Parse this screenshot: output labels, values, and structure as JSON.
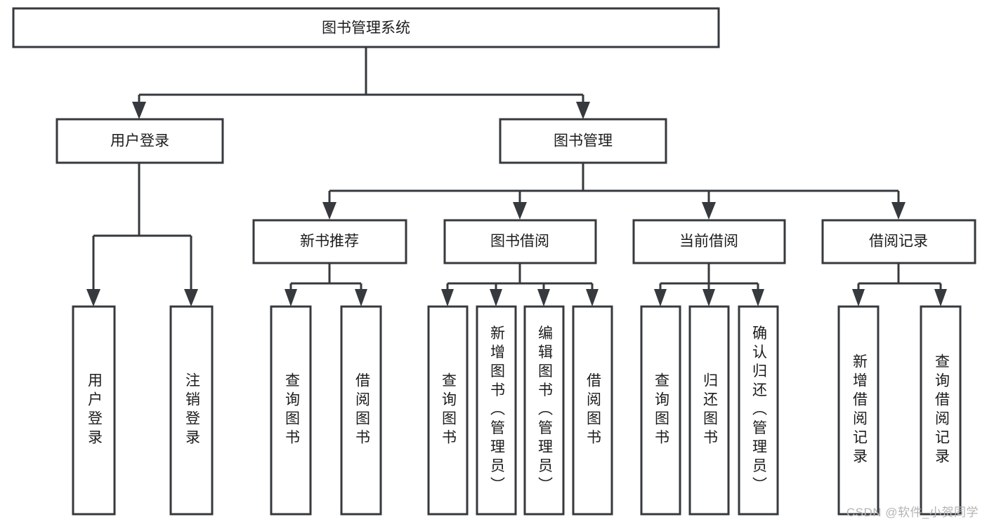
{
  "diagram": {
    "title": "图书管理系统",
    "type": "tree-hierarchy-diagram",
    "watermark": "CSDN @软件_小贺同学",
    "colors": {
      "stroke": "#36393d",
      "fill": "#ffffff",
      "text": "#1c1c1c",
      "watermark": "#b4b4b4"
    },
    "root": {
      "id": "root",
      "label": "图书管理系统"
    },
    "level2": [
      {
        "id": "user-login",
        "label": "用户登录"
      },
      {
        "id": "book-management",
        "label": "图书管理"
      }
    ],
    "level3": [
      {
        "id": "new-book-recommend",
        "label": "新书推荐",
        "parent": "book-management"
      },
      {
        "id": "book-borrow",
        "label": "图书借阅",
        "parent": "book-management"
      },
      {
        "id": "current-borrow",
        "label": "当前借阅",
        "parent": "book-management"
      },
      {
        "id": "borrow-record",
        "label": "借阅记录",
        "parent": "book-management"
      }
    ],
    "leaves": [
      {
        "id": "leaf-user-login",
        "label": "用户登录",
        "parent": "user-login"
      },
      {
        "id": "leaf-logout-login",
        "label": "注销登录",
        "parent": "user-login"
      },
      {
        "id": "leaf-query-book-1",
        "label": "查询图书",
        "parent": "new-book-recommend"
      },
      {
        "id": "leaf-borrow-book-1",
        "label": "借阅图书",
        "parent": "new-book-recommend"
      },
      {
        "id": "leaf-query-book-2",
        "label": "查询图书",
        "parent": "book-borrow"
      },
      {
        "id": "leaf-add-book",
        "label": "新增图书（管理员）",
        "parent": "book-borrow"
      },
      {
        "id": "leaf-edit-book",
        "label": "编辑图书（管理员）",
        "parent": "book-borrow"
      },
      {
        "id": "leaf-borrow-book-2",
        "label": "借阅图书",
        "parent": "book-borrow"
      },
      {
        "id": "leaf-query-book-3",
        "label": "查询图书",
        "parent": "current-borrow"
      },
      {
        "id": "leaf-return-book",
        "label": "归还图书",
        "parent": "current-borrow"
      },
      {
        "id": "leaf-confirm-return",
        "label": "确认归还（管理员）",
        "parent": "current-borrow"
      },
      {
        "id": "leaf-add-record",
        "label": "新增借阅记录",
        "parent": "borrow-record"
      },
      {
        "id": "leaf-query-record",
        "label": "查询借阅记录",
        "parent": "borrow-record"
      }
    ]
  }
}
